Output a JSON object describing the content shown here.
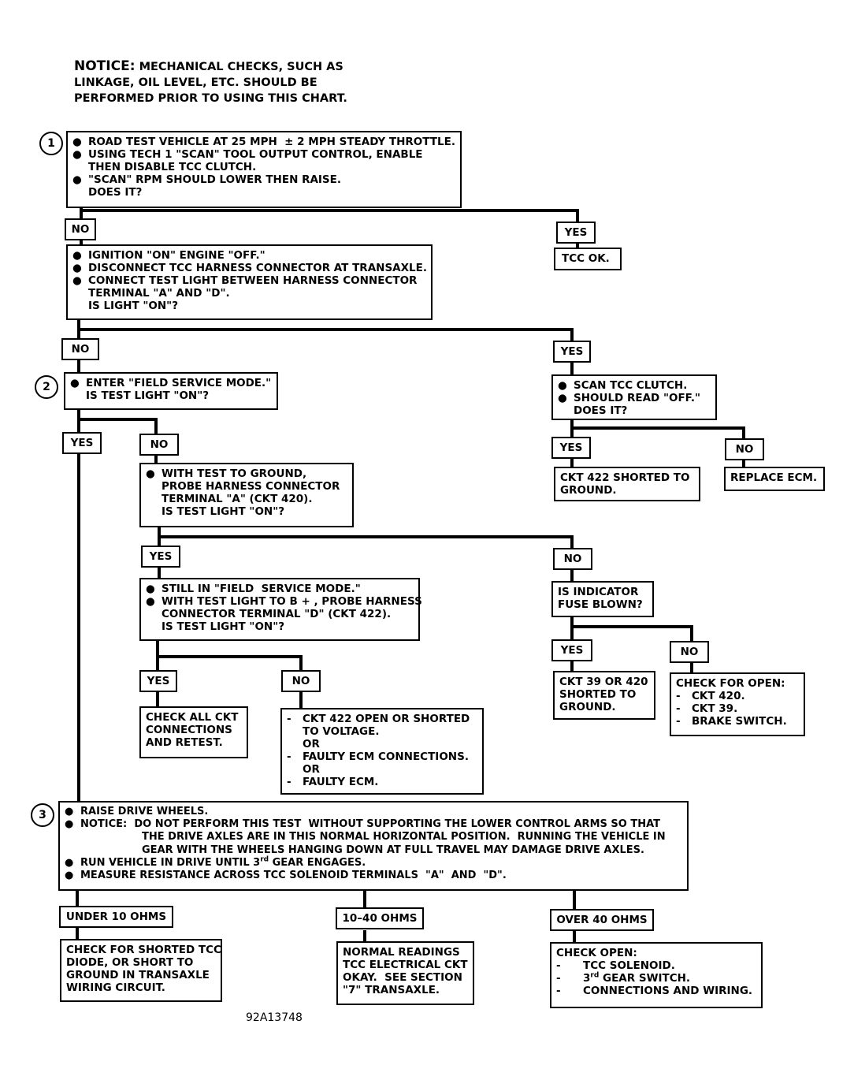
{
  "notice": {
    "label": "NOTICE:",
    "line1": "MECHANICAL CHECKS, SUCH AS",
    "line2": "LINKAGE, OIL LEVEL, ETC. SHOULD BE",
    "line3": "PERFORMED PRIOR TO USING THIS CHART."
  },
  "steps": {
    "s1": "1",
    "s2": "2",
    "s3": "3"
  },
  "box1": {
    "l1": "ROAD TEST VEHICLE AT 25 MPH  ± 2 MPH STEADY THROTTLE.",
    "l2": "USING TECH 1 \"SCAN\" TOOL OUTPUT CONTROL, ENABLE",
    "l3": "THEN DISABLE TCC CLUTCH.",
    "l4": "\"SCAN\" RPM SHOULD LOWER THEN RAISE.",
    "l5": "DOES IT?"
  },
  "box1_no": "NO",
  "box1_yes": "YES",
  "tcc_ok": "TCC OK.",
  "box2": {
    "l1": "IGNITION \"ON\" ENGINE \"OFF.\"",
    "l2": "DISCONNECT TCC HARNESS CONNECTOR AT TRANSAXLE.",
    "l3": "CONNECT TEST LIGHT BETWEEN HARNESS CONNECTOR",
    "l4": "TERMINAL \"A\" AND \"D\".",
    "l5": "IS LIGHT \"ON\"?"
  },
  "box2_no": "NO",
  "box2_yes": "YES",
  "box3": {
    "l1": "ENTER \"FIELD SERVICE MODE.\"",
    "l2": "IS TEST LIGHT \"ON\"?"
  },
  "scan_box": {
    "l1": "SCAN TCC CLUTCH.",
    "l2": "SHOULD READ \"OFF.\"",
    "l3": "DOES IT?"
  },
  "box3_yes": "YES",
  "box3_no": "NO",
  "scan_yes": "YES",
  "scan_no": "NO",
  "ckt422_ground": {
    "l1": "CKT 422 SHORTED TO",
    "l2": "GROUND."
  },
  "replace_ecm": "REPLACE ECM.",
  "probe_box": {
    "l1": "WITH TEST TO GROUND,",
    "l2": "PROBE HARNESS CONNECTOR",
    "l3": "TERMINAL \"A\" (CKT 420).",
    "l4": "IS TEST LIGHT \"ON\"?"
  },
  "probe_yes": "YES",
  "probe_no": "NO",
  "still_box": {
    "l1": "STILL IN \"FIELD  SERVICE MODE.\"",
    "l2": "WITH TEST LIGHT TO B + , PROBE HARNESS",
    "l3": "CONNECTOR TERMINAL \"D\" (CKT 422).",
    "l4": "IS TEST LIGHT \"ON\"?"
  },
  "fuse_box": {
    "l1": "IS INDICATOR",
    "l2": "FUSE BLOWN?"
  },
  "still_yes": "YES",
  "still_no": "NO",
  "fuse_yes": "YES",
  "fuse_no": "NO",
  "check_all": {
    "l1": "CHECK ALL CKT",
    "l2": "CONNECTIONS",
    "l3": "AND RETEST."
  },
  "ckt422_open": {
    "l1": "CKT 422 OPEN OR SHORTED",
    "l2": "TO VOLTAGE.",
    "l3": "OR",
    "l4": "FAULTY ECM CONNECTIONS.",
    "l5": "OR",
    "l6": "FAULTY ECM."
  },
  "ckt39": {
    "l1": "CKT 39 OR 420",
    "l2": "SHORTED TO",
    "l3": "GROUND."
  },
  "check_open_a": {
    "l1": "CHECK FOR OPEN:",
    "l2": "CKT 420.",
    "l3": "CKT 39.",
    "l4": "BRAKE SWITCH."
  },
  "box4": {
    "l1": "RAISE DRIVE WHEELS.",
    "l2a": "NOTICE:",
    "l2b": "DO NOT PERFORM THIS TEST  WITHOUT SUPPORTING THE LOWER CONTROL ARMS SO THAT",
    "l3": "THE DRIVE AXLES ARE IN THIS NORMAL HORIZONTAL POSITION.  RUNNING THE VEHICLE IN",
    "l4": "GEAR WITH THE WHEELS HANGING DOWN AT FULL TRAVEL MAY DAMAGE DRIVE AXLES.",
    "l5a": "RUN VEHICLE IN DRIVE UNTIL 3",
    "l5sup": "rd",
    "l5b": " GEAR ENGAGES.",
    "l6": "MEASURE RESISTANCE ACROSS TCC SOLENOID TERMINALS  \"A\"  AND  \"D\"."
  },
  "under10": "UNDER 10 OHMS",
  "range1040": "10–40 OHMS",
  "over40": "OVER 40 OHMS",
  "shorted_tcc": {
    "l1": "CHECK FOR SHORTED TCC",
    "l2": "DIODE, OR SHORT TO",
    "l3": "GROUND IN TRANSAXLE",
    "l4": "WIRING CIRCUIT."
  },
  "normal": {
    "l1": "NORMAL READINGS",
    "l2": "TCC ELECTRICAL CKT",
    "l3": "OKAY.  SEE SECTION",
    "l4": "\"7\" TRANSAXLE."
  },
  "check_open_b": {
    "l1": "CHECK OPEN:",
    "l2": "TCC SOLENOID.",
    "l3a": "3",
    "l3sup": "rd",
    "l3b": " GEAR SWITCH.",
    "l4": "CONNECTIONS AND WIRING."
  },
  "figure_id": "92A13748"
}
